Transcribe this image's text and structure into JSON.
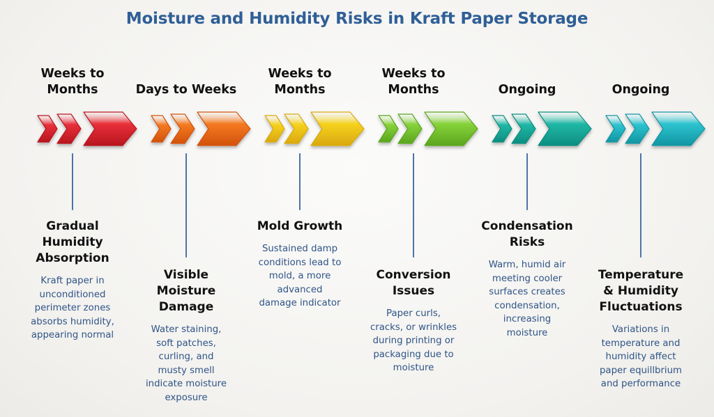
{
  "title": "Moisture and Humidity Risks in Kraft Paper Storage",
  "stages": [
    {
      "duration": "Weeks to\nMonths",
      "title": "Gradual\nHumidity\nAbsorption",
      "description": "Kraft paper in\nunconditioned\nperimeter zones\nabsorbs humidity,\nappearing normal",
      "color": "#e8303a",
      "color_dark": "#b8161f"
    },
    {
      "duration": "Days to\nWeeks",
      "title": "Visible\nMoisture\nDamage",
      "description": "Water staining,\nsoft patches,\ncurling, and\nmusty smell\nindicate moisture\nexposure",
      "color": "#f47a22",
      "color_dark": "#d2520c"
    },
    {
      "duration": "Weeks to\nMonths",
      "title": "Mold Growth",
      "description": "Sustained damp\nconditions lead to\nmold, a more\nadvanced\ndamage indicator",
      "color": "#f5d21e",
      "color_dark": "#d9a80e"
    },
    {
      "duration": "Weeks to\nMonths",
      "title": "Conversion\nIssues",
      "description": "Paper curls,\ncracks, or wrinkles\nduring printing or\npackaging due to\nmoisture",
      "color": "#86d23a",
      "color_dark": "#5aa61e"
    },
    {
      "duration": "Ongoing",
      "title": "Condensation\nRisks",
      "description": "Warm, humid air\nmeeting cooler\nsurfaces creates\ncondensation,\nincreasing\nmoisture",
      "color": "#20b8a6",
      "color_dark": "#0d8d80"
    },
    {
      "duration": "Ongoing",
      "title": "Temperature\n& Humidity\nFluctuations",
      "description": "Variations in\ntemperature and\nhumidity affect\npaper equillbrium\nand performance",
      "color": "#2cc3cf",
      "color_dark": "#1295a2"
    }
  ]
}
